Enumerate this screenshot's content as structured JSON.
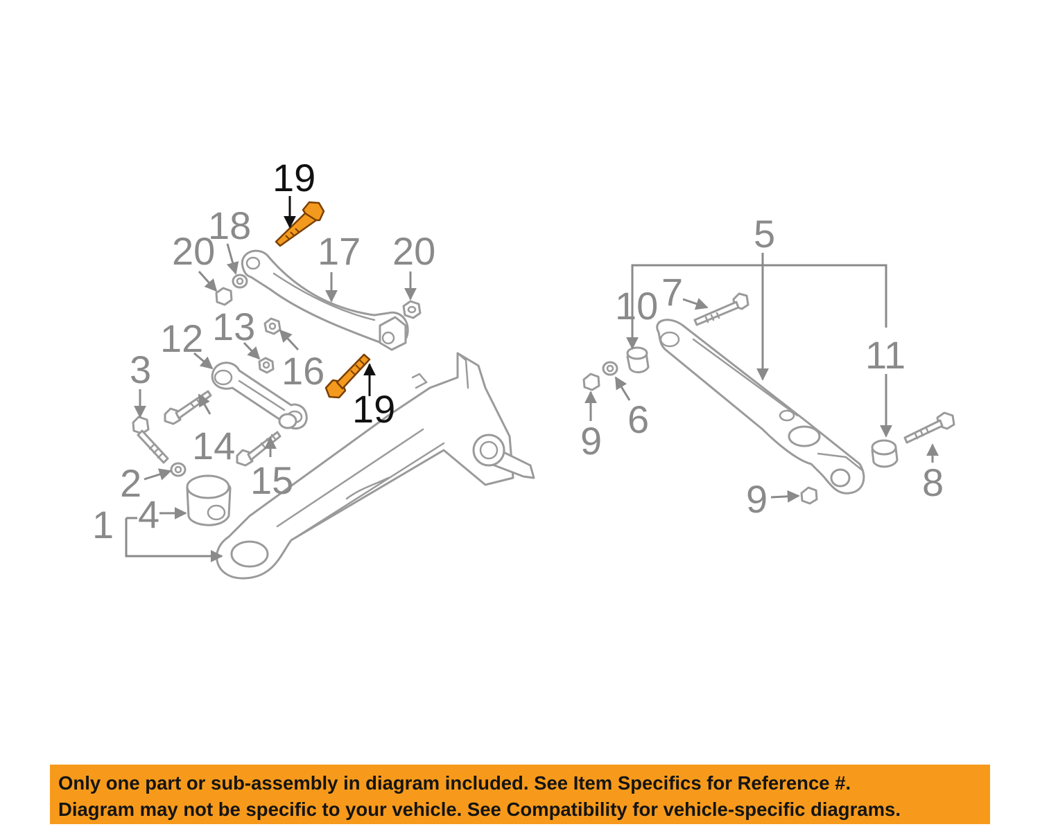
{
  "callouts": {
    "c1": "1",
    "c2": "2",
    "c3": "3",
    "c4": "4",
    "c5": "5",
    "c6": "6",
    "c7": "7",
    "c8": "8",
    "c9a": "9",
    "c9b": "9",
    "c10": "10",
    "c11": "11",
    "c12": "12",
    "c13": "13",
    "c14": "14",
    "c15": "15",
    "c16": "16",
    "c17": "17",
    "c18": "18",
    "c19a": "19",
    "c19b": "19",
    "c20a": "20",
    "c20b": "20"
  },
  "highlighted_part": "19",
  "colors": {
    "highlight": "#f39a1e",
    "banner": "#f79a1b",
    "line_art": "#9a9a9a"
  },
  "banner": {
    "line1": "Only one part or sub-assembly in diagram included. See Item Specifics for Reference #.",
    "line2": "Diagram may not be specific to your vehicle. See Compatibility for vehicle-specific diagrams."
  }
}
